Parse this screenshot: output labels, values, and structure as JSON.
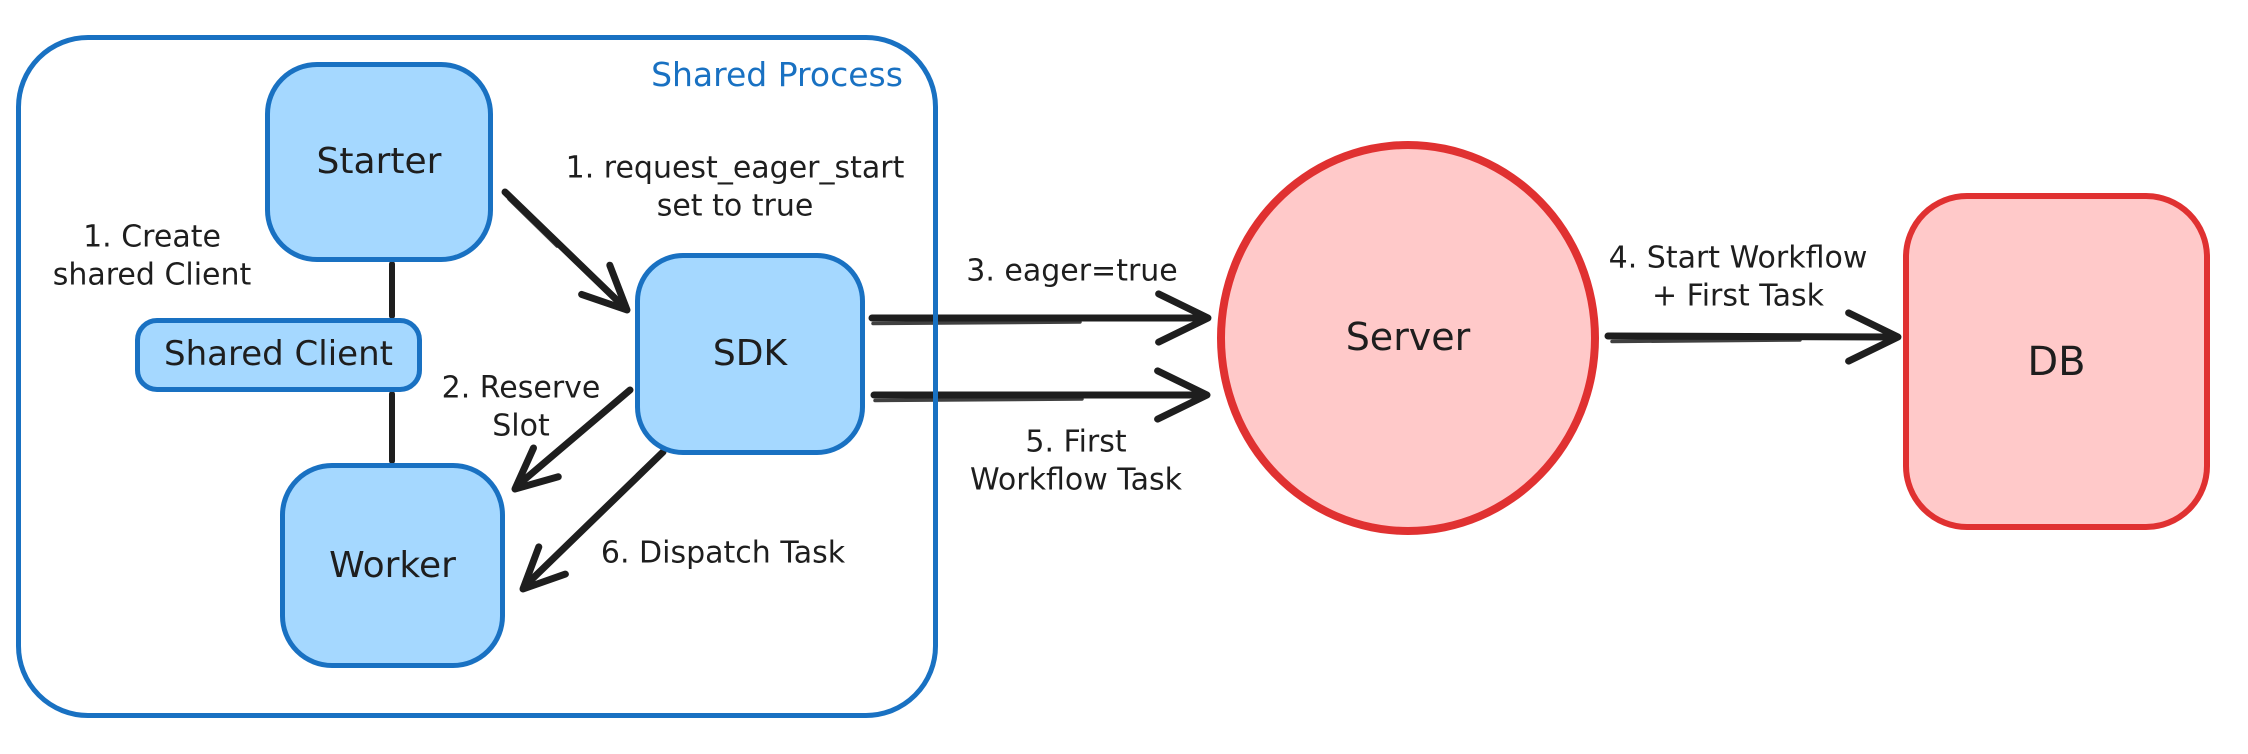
{
  "diagram": {
    "container": {
      "label": "Shared Process"
    },
    "nodes": {
      "starter": {
        "label": "Starter"
      },
      "shared_client": {
        "label": "Shared Client"
      },
      "worker": {
        "label": "Worker"
      },
      "sdk": {
        "label": "SDK"
      },
      "server": {
        "label": "Server"
      },
      "db": {
        "label": "DB"
      }
    },
    "annotations": {
      "step1_create": "1. Create\nshared Client",
      "step1_request": "1. request_eager_start\nset to true",
      "step2_reserve": "2. Reserve\nSlot",
      "step3_eager": "3. eager=true",
      "step4_start": "4. Start Workflow\n+ First Task",
      "step5_first": "5. First\nWorkflow Task",
      "step6_dispatch": "6. Dispatch Task"
    },
    "colors": {
      "blue_stroke": "#1971c2",
      "blue_fill": "#a5d8ff",
      "red_stroke": "#e03131",
      "red_fill": "#ffc9c9",
      "ink": "#1e1e1e",
      "bg": "#ffffff"
    }
  }
}
